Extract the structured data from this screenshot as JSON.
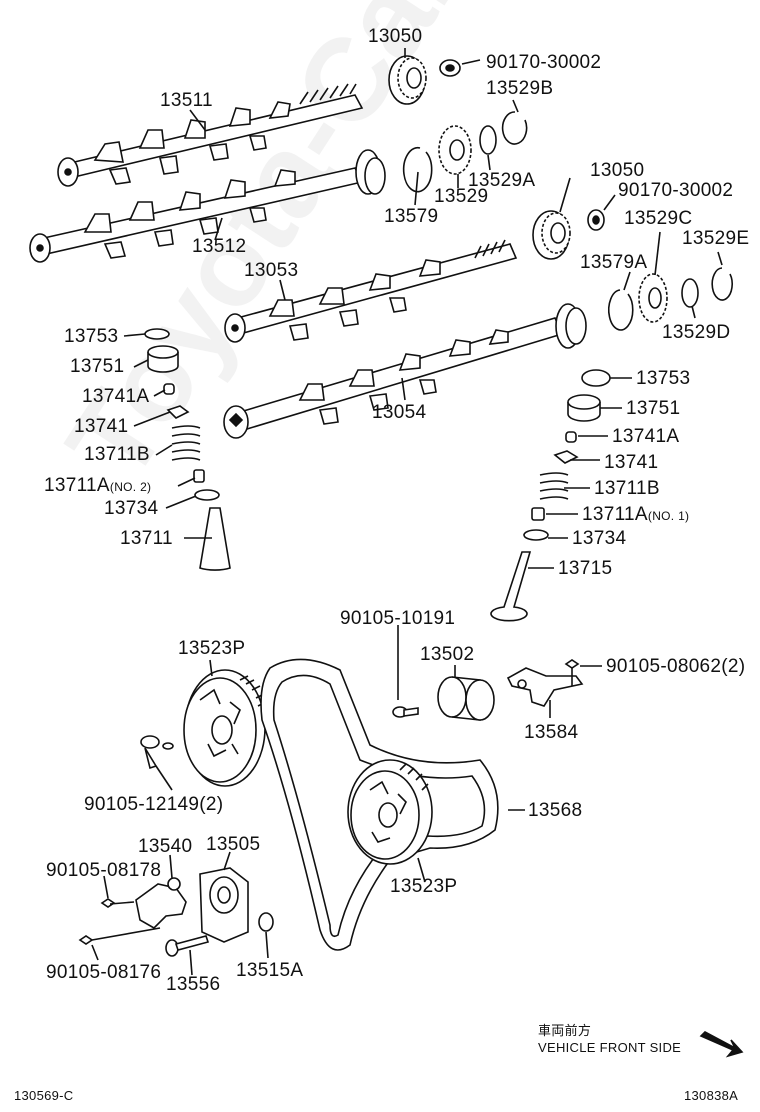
{
  "watermark": "Toyota-CarMiner.ru",
  "labels": {
    "l13050a": "13050",
    "l90170a": "90170-30002",
    "l13529b": "13529B",
    "l13511": "13511",
    "l13579": "13579",
    "l13529": "13529",
    "l13529a": "13529A",
    "l13050b": "13050",
    "l90170b": "90170-30002",
    "l13529c": "13529C",
    "l13529e": "13529E",
    "l13512": "13512",
    "l13053": "13053",
    "l13579a": "13579A",
    "l13529d": "13529D",
    "l13753a": "13753",
    "l13751a": "13751",
    "l13741aa": "13741A",
    "l13741a": "13741",
    "l13711ba": "13711B",
    "l13711aa": "13711A",
    "l13711aa_sub": "(NO. 2)",
    "l13734a": "13734",
    "l13711": "13711",
    "l13054": "13054",
    "l13753b": "13753",
    "l13751b": "13751",
    "l13741ab": "13741A",
    "l13741b": "13741",
    "l13711bb": "13711B",
    "l13711ab": "13711A",
    "l13711ab_sub": "(NO. 1)",
    "l13734b": "13734",
    "l13715": "13715",
    "l90105_10191": "90105-10191",
    "l13502": "13502",
    "l13523p_a": "13523P",
    "l90105_08062": "90105-08062(2)",
    "l13584": "13584",
    "l90105_12149": "90105-12149(2)",
    "l13568": "13568",
    "l13540": "13540",
    "l13505": "13505",
    "l90105_08178": "90105-08178",
    "l13523p_b": "13523P",
    "l90105_08176": "90105-08176",
    "l13556": "13556",
    "l13515a": "13515A"
  },
  "direction": {
    "japanese": "車両前方",
    "english": "VEHICLE FRONT SIDE"
  },
  "footer": {
    "left_code": "130569-C",
    "right_code": "130838A"
  }
}
